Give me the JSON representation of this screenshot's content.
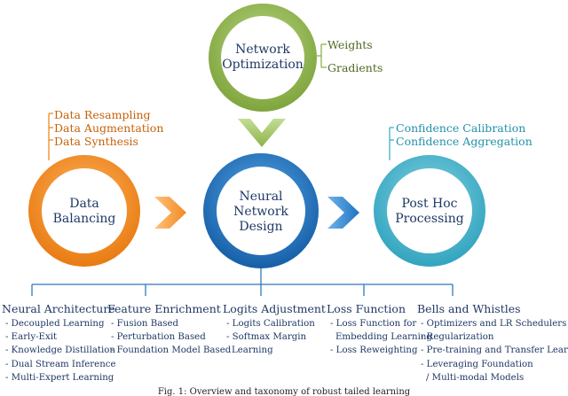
{
  "colors": {
    "green": "#8db24b",
    "orange": "#f08a24",
    "blue": "#1f73c2",
    "teal": "#3fb0c9",
    "dark_blue": "#1f3864",
    "line_blue": "#2f78b7"
  },
  "nodes": {
    "network_optimization": [
      "Network",
      "Optimization"
    ],
    "data_balancing": [
      "Data",
      "Balancing"
    ],
    "neural_network_design": [
      "Neural",
      "Network",
      "Design"
    ],
    "post_hoc_processing": [
      "Post Hoc",
      "Processing"
    ]
  },
  "branches": {
    "network_optimization": [
      "Weights",
      "Gradients"
    ],
    "data_balancing": [
      "Data Resampling",
      "Data Augmentation",
      "Data Synthesis"
    ],
    "post_hoc_processing": [
      "Confidence Calibration",
      "Confidence Aggregation"
    ]
  },
  "categories": [
    {
      "title": "Neural Architecture",
      "items": [
        "- Decoupled Learning",
        "- Early-Exit",
        "- Knowledge Distillation",
        "- Dual Stream Inference",
        "- Multi-Expert Learning"
      ]
    },
    {
      "title": "Feature Enrichment",
      "items": [
        "- Fusion Based",
        "- Perturbation Based",
        "- Foundation Model Based"
      ]
    },
    {
      "title": "Logits Adjustment",
      "items": [
        "- Logits Calibration",
        "- Softmax Margin",
        "  Learning"
      ]
    },
    {
      "title": "Loss Function",
      "items": [
        "- Loss Function for",
        "  Embedding Learning",
        "- Loss Reweighting"
      ]
    },
    {
      "title": "Bells and Whistles",
      "items": [
        "- Optimizers and LR Schedulers",
        "- Regularization",
        "- Pre-training and Transfer Learning",
        "- Leveraging Foundation",
        "  / Multi-modal Models"
      ]
    }
  ],
  "caption": "Fig. 1: Overview and taxonomy of robust tailed learning"
}
